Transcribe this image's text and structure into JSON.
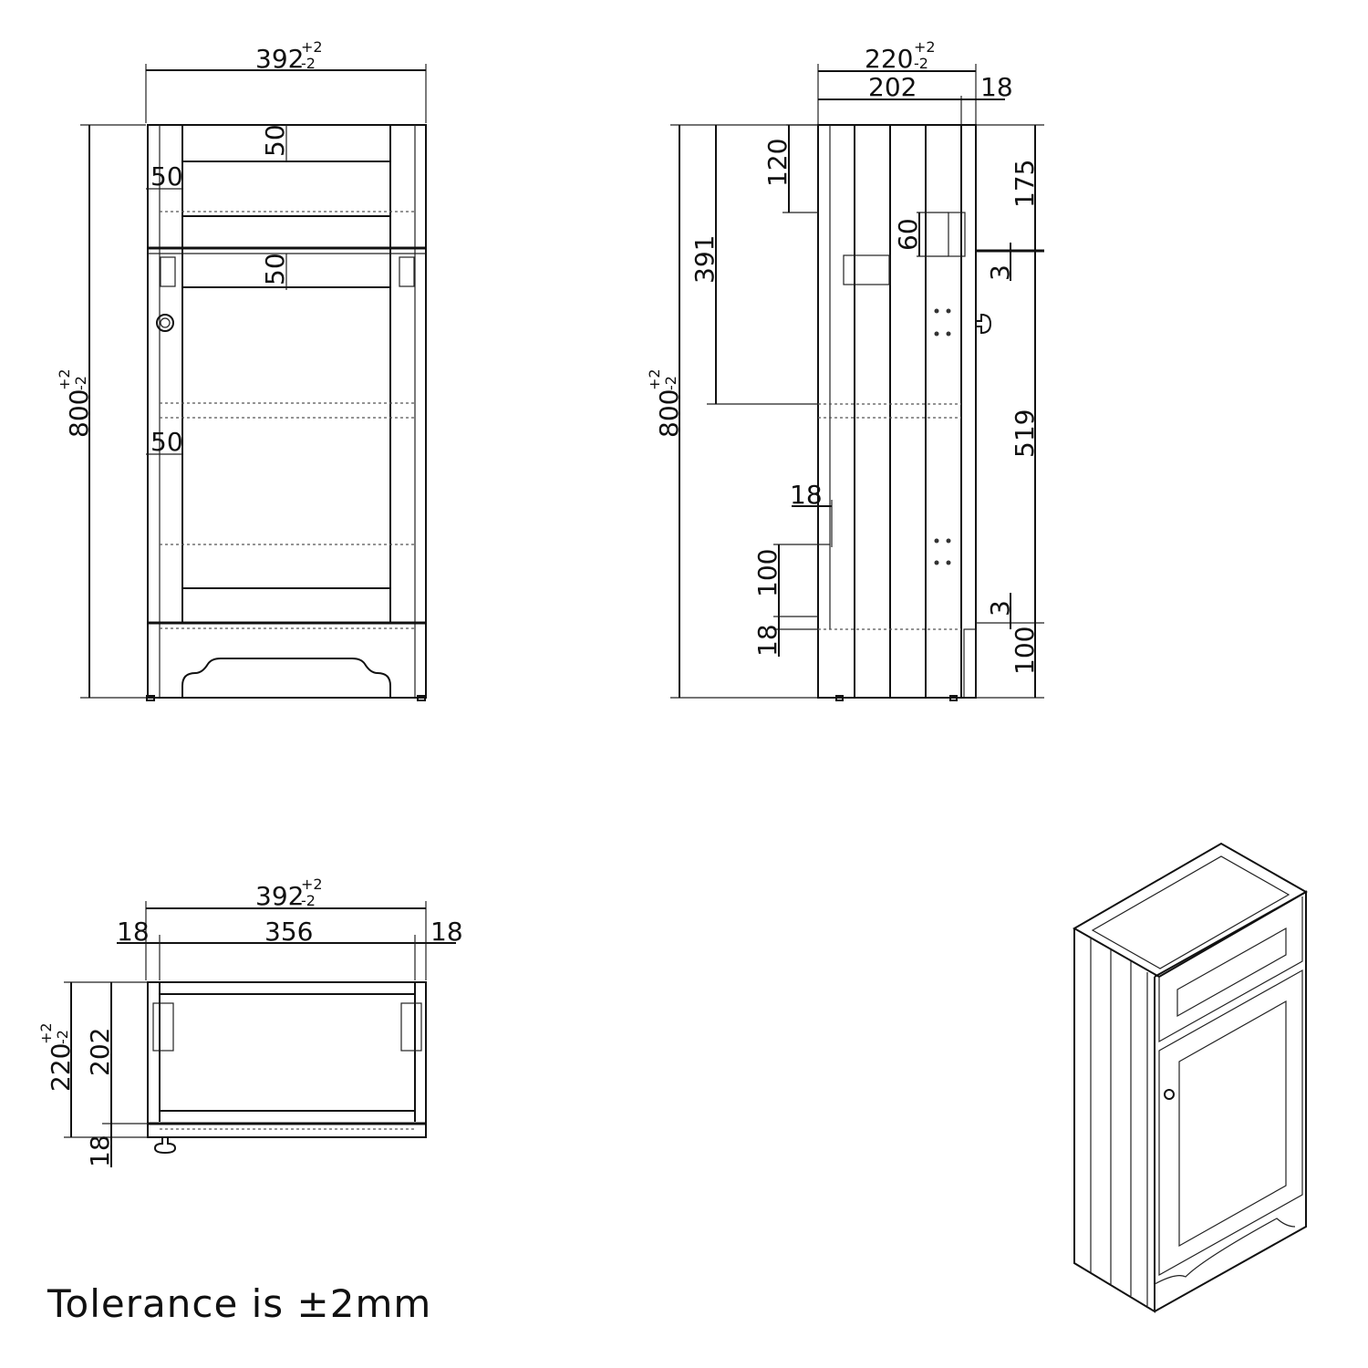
{
  "views": {
    "front": {
      "width_value": "392",
      "width_tol_plus": "+2",
      "width_tol_minus": "-2",
      "height_value": "800",
      "height_tol_plus": "+2",
      "height_tol_minus": "-2",
      "rail_top": "50",
      "stile_left": "50",
      "rail_mid": "50",
      "stile_left_lower": "50"
    },
    "side": {
      "depth_value": "220",
      "depth_tol_plus": "+2",
      "depth_tol_minus": "-2",
      "body_depth": "202",
      "door_thickness": "18",
      "height_value": "800",
      "height_tol_plus": "+2",
      "height_tol_minus": "-2",
      "top_panel": "120",
      "upper_section": "391",
      "hinge_block": "60",
      "top_gap": "175",
      "gap_upper": "3",
      "door_height": "519",
      "gap_lower": "3",
      "plinth": "100",
      "shelf_thickness": "18",
      "lower_block": "100",
      "base_thickness": "18"
    },
    "top": {
      "width_value": "392",
      "width_tol_plus": "+2",
      "width_tol_minus": "-2",
      "side_left": "18",
      "inner_width": "356",
      "side_right": "18",
      "depth_value": "220",
      "depth_tol_plus": "+2",
      "depth_tol_minus": "-2",
      "body_depth": "202",
      "door_thickness": "18"
    }
  },
  "note": "Tolerance is ±2mm"
}
